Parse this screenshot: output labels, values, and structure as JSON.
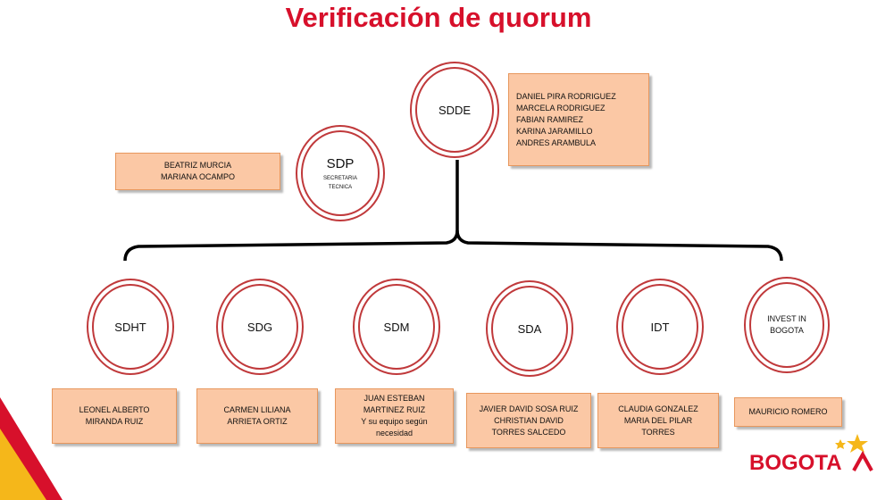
{
  "title": "Verificación de quorum",
  "top_nodes": {
    "sdde": {
      "label": "SDDE"
    },
    "sdp": {
      "label": "SDP",
      "sub_line1": "SECRETARIA",
      "sub_line2": "TECNICA"
    }
  },
  "top_boxes": {
    "sdde_members": [
      "DANIEL PIRA RODRIGUEZ",
      "MARCELA RODRIGUEZ",
      "FABIAN  RAMIREZ",
      "KARINA JARAMILLO",
      "ANDRES ARAMBULA"
    ],
    "sdp_members": [
      "BEATRIZ MURCIA",
      "MARIANA OCAMPO"
    ]
  },
  "bottom_nodes": [
    {
      "label": "SDHT",
      "members": [
        "LEONEL ALBERTO",
        "MIRANDA RUIZ"
      ]
    },
    {
      "label": "SDG",
      "members": [
        "CARMEN LILIANA",
        "ARRIETA ORTIZ"
      ]
    },
    {
      "label": "SDM",
      "members": [
        "JUAN ESTEBAN",
        "MARTINEZ RUIZ",
        "Y su equipo según",
        "necesidad"
      ]
    },
    {
      "label": "SDA",
      "members": [
        "JAVIER DAVID SOSA RUIZ",
        "CHRISTIAN DAVID",
        "TORRES SALCEDO"
      ]
    },
    {
      "label": "IDT",
      "members": [
        "CLAUDIA GONZALEZ",
        "MARIA DEL PILAR",
        "TORRES"
      ]
    },
    {
      "label_line1": "INVEST IN",
      "label_line2": "BOGOTA",
      "members": [
        "MAURICIO ROMERO"
      ]
    }
  ],
  "logo": {
    "text": "BOGOTA"
  },
  "colors": {
    "title": "#d7102b",
    "node_border": "#c0393b",
    "box_fill": "#fbc8a5",
    "box_border": "#e7975d",
    "connector": "#000000",
    "accent_red": "#d7102b",
    "accent_yellow": "#f5b71a"
  }
}
